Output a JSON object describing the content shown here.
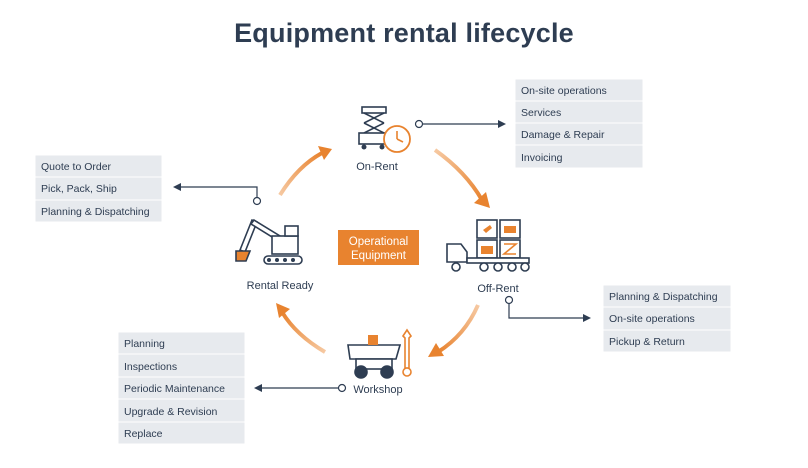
{
  "title": "Equipment rental lifecycle",
  "center": {
    "line1": "Operational",
    "line2": "Equipment"
  },
  "stages": {
    "on_rent": "On-Rent",
    "off_rent": "Off-Rent",
    "workshop": "Workshop",
    "rental_ready": "Rental Ready"
  },
  "on_rent_list": [
    "On-site operations",
    "Services",
    "Damage & Repair",
    "Invoicing"
  ],
  "off_rent_list": [
    "Planning & Dispatching",
    "On-site operations",
    "Pickup & Return"
  ],
  "workshop_list": [
    "Planning",
    "Inspections",
    "Periodic Maintenance",
    "Upgrade & Revision",
    "Replace"
  ],
  "rental_ready_list": [
    "Quote to Order",
    "Pick, Pack, Ship",
    "Planning & Dispatching"
  ],
  "colors": {
    "accent": "#e8832f",
    "ink": "#2e3d52",
    "box": "#e7eaee",
    "box_border": "#ffffff"
  }
}
